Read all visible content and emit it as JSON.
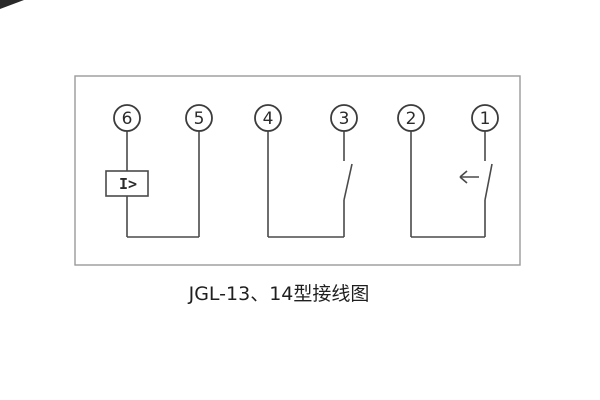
{
  "diagram": {
    "caption": "JGL-13、14型接线图",
    "terminals": [
      "6",
      "5",
      "4",
      "3",
      "2",
      "1"
    ],
    "relay_element_label": "I>"
  }
}
